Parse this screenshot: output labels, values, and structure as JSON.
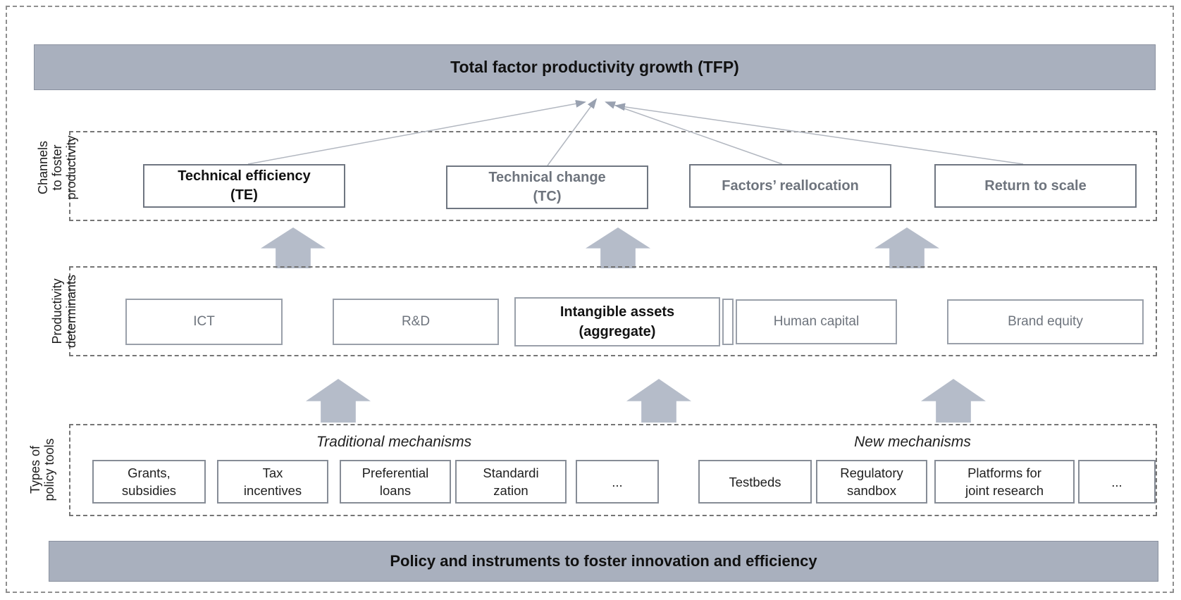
{
  "colors": {
    "bar_fill": "#a9b0be",
    "bar_border": "#8a919f",
    "block_arrow": "#b5bcc9",
    "thin_line": "#b2b7c0",
    "arrowhead": "#99a1b0",
    "dashed_border": "#757575",
    "outer_border": "#8f8f8f",
    "box_border_dark": "#6f7681",
    "box_border_mid": "#868c96",
    "box_border_light": "#9aa0aa",
    "text_dark": "#1c1c1c",
    "text_gray": "#6e747d"
  },
  "tfp_bar": {
    "label": "Total factor productivity growth (TFP)"
  },
  "channels_section": {
    "side_label": "Channels\nto foster\nproductivity",
    "boxes": [
      {
        "label": "Technical efficiency\n(TE)"
      },
      {
        "label": "Technical change\n(TC)"
      },
      {
        "label": "Factors’ reallocation"
      },
      {
        "label": "Return to scale"
      }
    ]
  },
  "determinants_section": {
    "side_label": "Productivity\ndeterminants",
    "boxes": [
      {
        "label": "ICT"
      },
      {
        "label": "R&D"
      },
      {
        "label": "Intangible assets\n(aggregate)"
      },
      {
        "label": ""
      },
      {
        "label": "Human capital"
      },
      {
        "label": "Brand equity"
      }
    ]
  },
  "policy_section": {
    "side_label": "Types of\npolicy tools",
    "traditional": {
      "header": "Traditional mechanisms",
      "boxes": [
        {
          "label": "Grants,\nsubsidies"
        },
        {
          "label": "Tax\nincentives"
        },
        {
          "label": "Preferential\nloans"
        },
        {
          "label": "Standardi\nzation"
        },
        {
          "label": "..."
        }
      ]
    },
    "new": {
      "header": "New mechanisms",
      "boxes": [
        {
          "label": "Testbeds"
        },
        {
          "label": "Regulatory\nsandbox"
        },
        {
          "label": "Platforms for\njoint research"
        },
        {
          "label": "..."
        }
      ]
    }
  },
  "policy_bar": {
    "label": "Policy and instruments to foster innovation and efficiency"
  }
}
